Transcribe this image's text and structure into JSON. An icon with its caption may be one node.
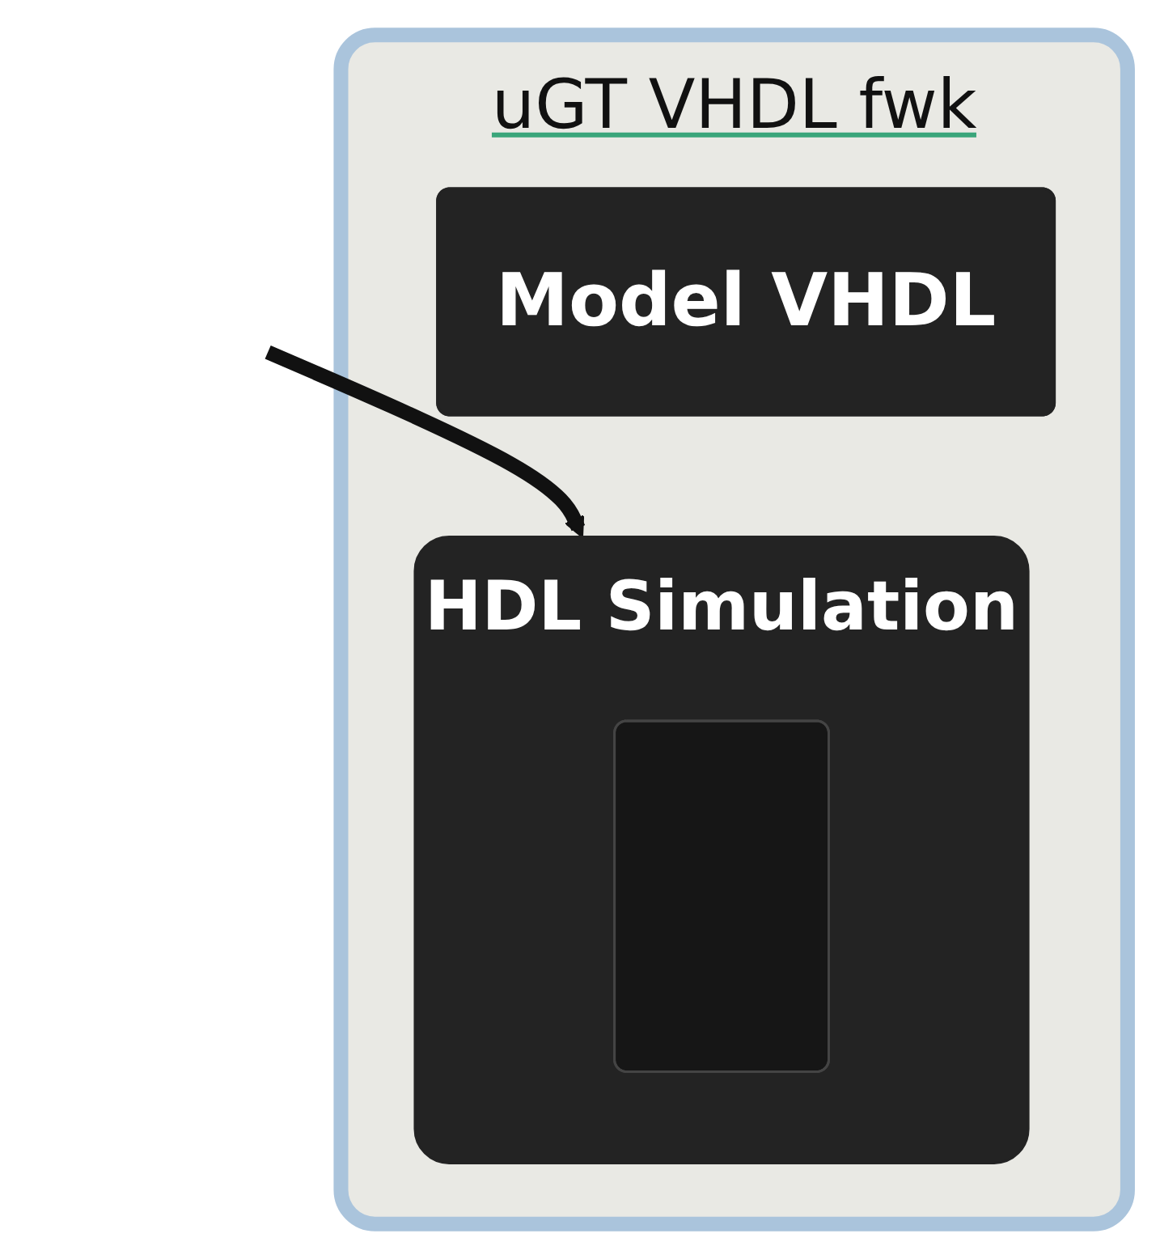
{
  "diagram": {
    "nodes": [
      {
        "text": [
          "uGT VHDL fwk"
        ]
      },
      {
        "text": [
          "Model VHDL"
        ],
        "in": 0
      },
      {
        "text": [
          "HDL Simulation"
        ],
        "in": 0
      },
      {
        "text": [],
        "shape": "box",
        "in": 2
      }
    ],
    "edges": [
      {
        "from": null,
        "to": 2,
        "arrow": "to"
      }
    ]
  }
}
